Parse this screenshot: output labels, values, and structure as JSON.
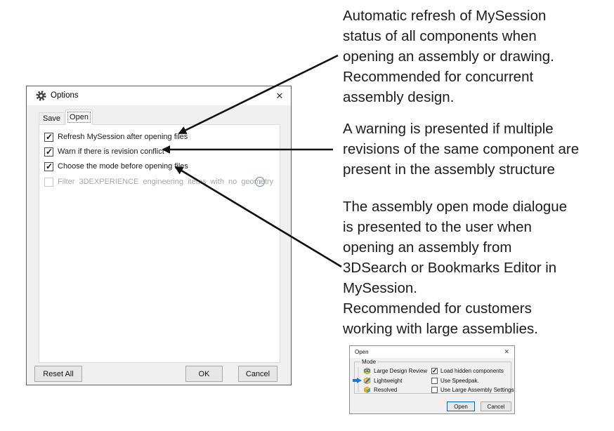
{
  "icons": {
    "close_glyph": "✕",
    "info_glyph": "i"
  },
  "notes": [
    {
      "text": "Automatic refresh of MySession\nstatus of all components when\nopening an assembly or drawing.\nRecommended for concurrent\nassembly design."
    },
    {
      "text": "A warning is presented if multiple\nrevisions of the same component are\npresent in the assembly structure"
    },
    {
      "text": "The assembly open mode dialogue\nis presented to the user when\nopening an assembly from\n3DSearch or Bookmarks Editor in\nMySession.\nRecommended for customers\nworking with large assemblies."
    }
  ],
  "options_dialog": {
    "title": "Options",
    "tabs": [
      {
        "label": "Save",
        "selected": false
      },
      {
        "label": "Open",
        "selected": true
      }
    ],
    "checkboxes": [
      {
        "label": "Refresh MySession after opening files",
        "checked": true,
        "disabled": false
      },
      {
        "label": "Warn if there is revision conflict",
        "checked": true,
        "disabled": false
      },
      {
        "label": "Choose the mode before opening files",
        "checked": true,
        "disabled": false
      },
      {
        "label": "Filter 3DEXPERIENCE engineering items with no geometry",
        "checked": false,
        "disabled": true,
        "has_info_icon": true
      }
    ],
    "buttons": {
      "reset_all": "Reset All",
      "ok": "OK",
      "cancel": "Cancel"
    }
  },
  "open_dialog": {
    "title": "Open",
    "group_label": "Mode",
    "modes": [
      {
        "label": "Large Design Review",
        "selected": false
      },
      {
        "label": "Lightweight",
        "selected": true
      },
      {
        "label": "Resolved",
        "selected": false
      }
    ],
    "checkboxes": [
      {
        "label": "Load hidden components",
        "checked": true
      },
      {
        "label": "Use Speedpak.",
        "checked": false
      },
      {
        "label": "Use Large Assembly Settings",
        "checked": false
      }
    ],
    "buttons": {
      "open": "Open",
      "cancel": "Cancel"
    }
  },
  "colors": {
    "arrow": "#111111",
    "pointer_blue": "#1b7ad2",
    "default_button_border": "#0067c0",
    "info_icon": "#6f8797"
  }
}
